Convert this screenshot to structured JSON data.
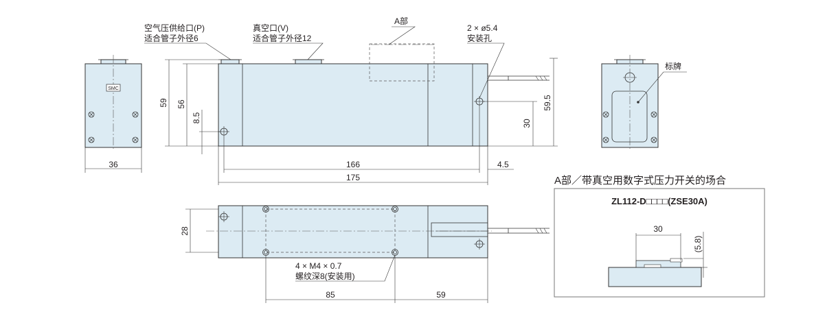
{
  "labels": {
    "air_port_line1": "空气压供给口(P)",
    "air_port_line2": "适合管子外径6",
    "vac_port_line1": "真空口(V)",
    "vac_port_line2": "适合管子外径12",
    "part_a": "A部",
    "mount_hole_line1": "2 × ø5.4",
    "mount_hole_line2": "安装孔",
    "nameplate": "标牌",
    "smc_logo": "SMC",
    "thread_line1": "4 × M4 × 0.7",
    "thread_line2": "螺纹深8(安装用)"
  },
  "dims": {
    "d59": "59",
    "d56": "56",
    "d8_5": "8.5",
    "d36": "36",
    "d166": "166",
    "d175": "175",
    "d4_5": "4.5",
    "d30": "30",
    "d59_5": "59.5",
    "d28": "28",
    "d85": "85",
    "d59b": "59"
  },
  "detail": {
    "title": "A部／带真空用数字式压力开关的场合",
    "model": "ZL112-D□□□□(ZSE30A)",
    "d30": "30",
    "d5_8": "(5.8)"
  },
  "colors": {
    "body_fill": "#dcebf3",
    "line": "#333333"
  }
}
